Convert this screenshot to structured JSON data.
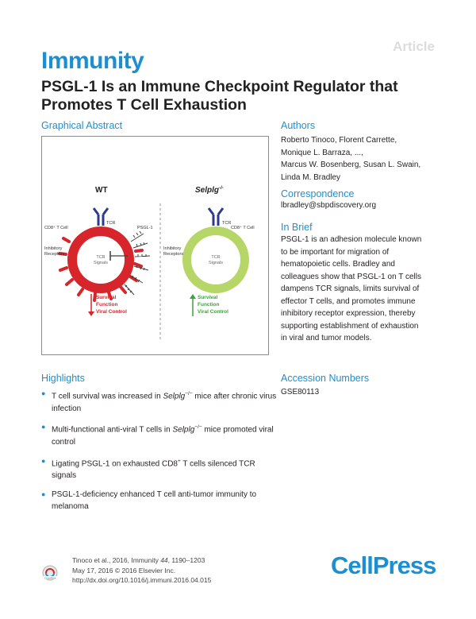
{
  "header": {
    "article_type": "Article",
    "journal": "Immunity",
    "title": "PSGL-1 Is an Immune Checkpoint Regulator that Promotes T Cell Exhaustion"
  },
  "graphical_abstract": {
    "heading": "Graphical Abstract",
    "wt_label": "WT",
    "ko_label": "Selplg",
    "ko_superscript": "-/-",
    "wt": {
      "cd8_label": "CD8⁺ T Cell",
      "tcr_label": "TCR",
      "psgl_label": "PSGL-1",
      "inhib_label1": "Inhibitory",
      "inhib_label2": "Receptors",
      "signals1": "TCR",
      "signals2": "Signals",
      "outcome1": "Survival",
      "outcome2": "Function",
      "outcome3": "Viral Control",
      "outcome_color": "#d7262b"
    },
    "ko": {
      "cd8_label": "CD8⁺ T Cell",
      "tcr_label": "TCR",
      "inhib_label1": "Inhibitory",
      "inhib_label2": "Receptors",
      "signals1": "TCR",
      "signals2": "Signals",
      "outcome1": "Survival",
      "outcome2": "Function",
      "outcome3": "Viral Control",
      "outcome_color": "#3aa33a"
    },
    "colors": {
      "wt_cell": "#d7262b",
      "ko_cell": "#b6d768",
      "tcr": "#2b3a8c",
      "psgl": "#3d3d3d"
    }
  },
  "highlights": {
    "heading": "Highlights",
    "items": [
      {
        "pre": "T cell survival was increased in ",
        "gene": "Selplg",
        "sup": "−/−",
        "post": " mice after chronic virus infection"
      },
      {
        "pre": "Multi-functional anti-viral T cells in ",
        "gene": "Selplg",
        "sup": "−/−",
        "post": " mice promoted viral control"
      },
      {
        "pre": "Ligating PSGL-1 on exhausted CD8",
        "gene": "",
        "sup": "+",
        "post": " T cells silenced TCR signals"
      },
      {
        "pre": "PSGL-1-deficiency enhanced T cell anti-tumor immunity to melanoma",
        "gene": "",
        "sup": "",
        "post": ""
      }
    ]
  },
  "authors": {
    "heading": "Authors",
    "lines": [
      "Roberto Tinoco, Florent Carrette,",
      "Monique L. Barraza, ...,",
      "Marcus W. Bosenberg, Susan L. Swain,",
      "Linda M. Bradley"
    ]
  },
  "correspondence": {
    "heading": "Correspondence",
    "email": "lbradley@sbpdiscovery.org"
  },
  "in_brief": {
    "heading": "In Brief",
    "lines": [
      "PSGL-1 is an adhesion molecule known",
      "to be important for migration of",
      "hematopoietic cells. Bradley and",
      "colleagues show that PSGL-1 on T cells",
      "dampens TCR signals, limits survival of",
      "effector T cells, and promotes immune",
      "inhibitory receptor expression, thereby",
      "supporting establishment of exhaustion",
      "in viral and tumor models."
    ]
  },
  "accession": {
    "heading": "Accession Numbers",
    "number": "GSE80113"
  },
  "footer": {
    "cite_pre": "Tinoco et al., 2016, Immunity ",
    "cite_vol": "44",
    "cite_post": ", 1190–1203",
    "date_line": "May 17, 2016 © 2016 Elsevier Inc.",
    "doi": "http://dx.doi.org/10.1016/j.immuni.2016.04.015",
    "crossmark_label": "CrossMark",
    "logo": "CellPress"
  }
}
